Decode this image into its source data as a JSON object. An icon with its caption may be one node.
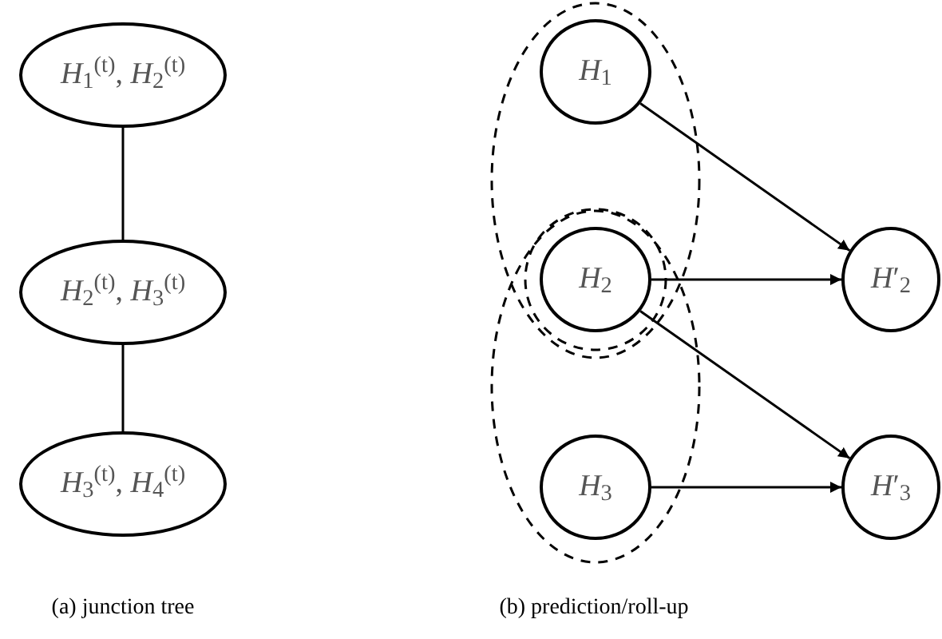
{
  "diagram": {
    "nodes": [
      {
        "text": [
          "*H*$_{1}$$^{(t)}$, *H*$_{2}$$^{(t)}$"
        ]
      },
      {
        "text": [
          "*H*$_{2}$$^{(t)}$, *H*$_{3}$$^{(t)}$"
        ]
      },
      {
        "text": [
          "*H*$_{3}$$^{(t)}$, *H*$_{4}$$^{(t)}$"
        ]
      },
      {
        "text": [
          "*H*$_{1}$"
        ]
      },
      {
        "text": [
          "*H*$_{2}$"
        ]
      },
      {
        "text": [
          "*H*$_{3}$"
        ]
      },
      {
        "text": [
          "*H*′$_{2}$"
        ]
      },
      {
        "text": [
          "*H*′$_{3}$"
        ]
      }
    ],
    "edges": [
      {
        "from": 0,
        "to": 1,
        "arrow": "none"
      },
      {
        "from": 1,
        "to": 2,
        "arrow": "none"
      },
      {
        "from": 3,
        "to": 6,
        "arrow": "to"
      },
      {
        "from": 4,
        "to": 6,
        "arrow": "to"
      },
      {
        "from": 4,
        "to": 7,
        "arrow": "to"
      },
      {
        "from": 5,
        "to": 7,
        "arrow": "to"
      }
    ],
    "labels": [
      "(a) junction tree",
      "(b) prediction/roll-up"
    ]
  }
}
